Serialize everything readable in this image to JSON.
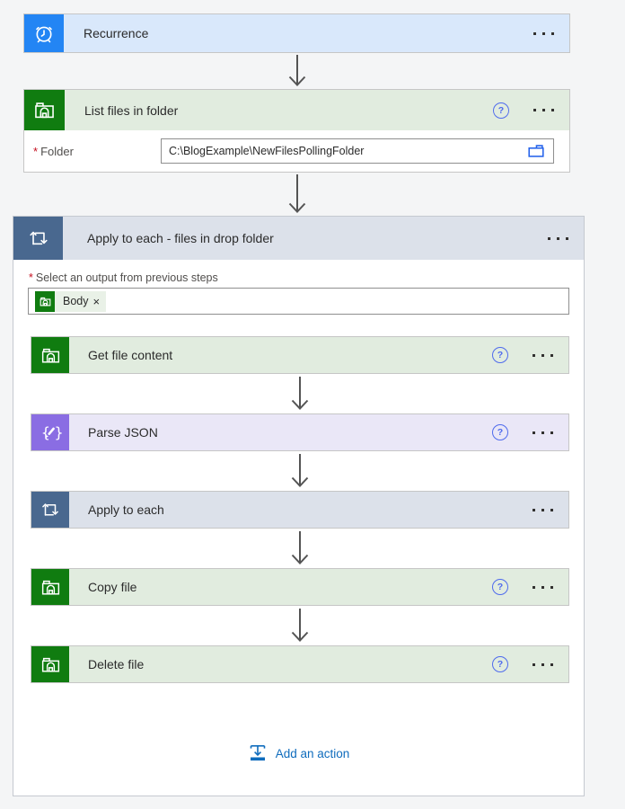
{
  "cards": {
    "recurrence": {
      "title": "Recurrence"
    },
    "list_files": {
      "title": "List files in folder",
      "required": "*",
      "folder_label": "Folder",
      "folder_value": "C:\\BlogExample\\NewFilesPollingFolder"
    },
    "get_file_content": {
      "title": "Get file content"
    },
    "parse_json": {
      "title": "Parse JSON"
    },
    "apply_to_each_inner": {
      "title": "Apply to each"
    },
    "copy_file": {
      "title": "Copy file"
    },
    "delete_file": {
      "title": "Delete file"
    }
  },
  "scope": {
    "title": "Apply to each - files in drop folder",
    "required": "*",
    "select_label": "Select an output from previous steps",
    "token_label": "Body",
    "token_remove": "×"
  },
  "footer": {
    "add_action_label": "Add an action"
  },
  "glyphs": {
    "help": "?"
  },
  "colors": {
    "recurrence_accent": "#2385f4",
    "filesystem_accent": "#107c10",
    "loop_accent": "#49688f",
    "parse_json_accent": "#8a6de3",
    "link_blue": "#0f6cbd",
    "help_blue": "#4f6bed",
    "required_red": "#c50f1f"
  }
}
